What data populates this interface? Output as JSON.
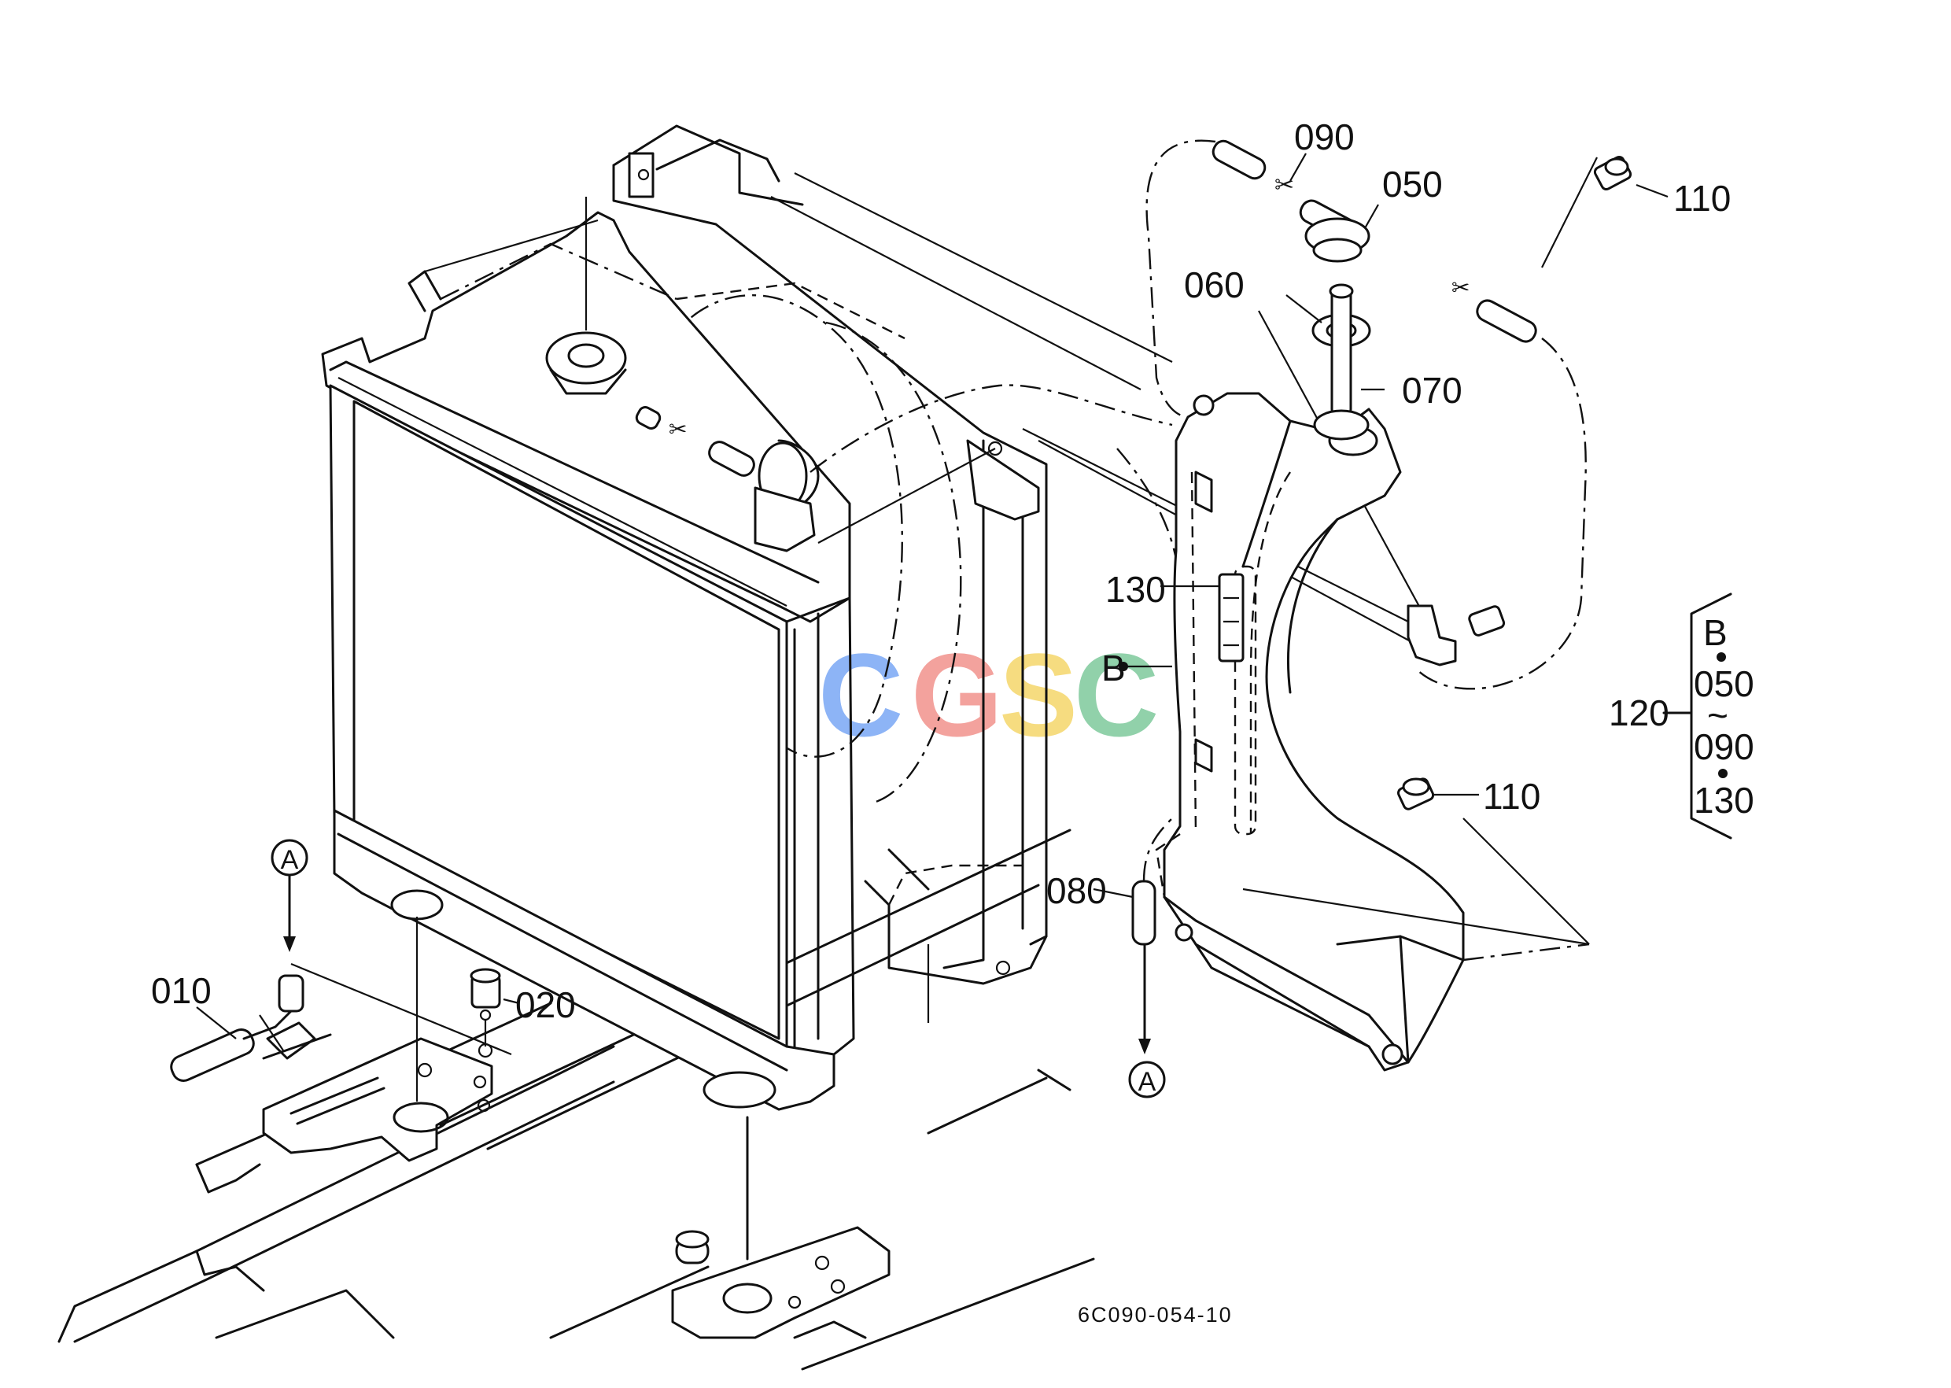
{
  "diagram": {
    "drawing_code": "6C090-054-10",
    "watermark": {
      "letters": [
        "C",
        "G",
        "S",
        "C"
      ],
      "colors": [
        "#7aa7f5",
        "#f2928d",
        "#f5d76a",
        "#7ec99c"
      ]
    },
    "callouts": {
      "p010": "010",
      "p020": "020",
      "p050": "050",
      "p060": "060",
      "p070": "070",
      "p080": "080",
      "p090": "090",
      "p110a": "110",
      "p110b": "110",
      "p120": "120",
      "p130": "130",
      "pointB": "B"
    },
    "connectors": {
      "a_top": "A",
      "a_bottom": "A"
    },
    "kit_group": {
      "label": "120",
      "items": [
        "B",
        "050",
        "~",
        "090",
        "130"
      ]
    }
  }
}
